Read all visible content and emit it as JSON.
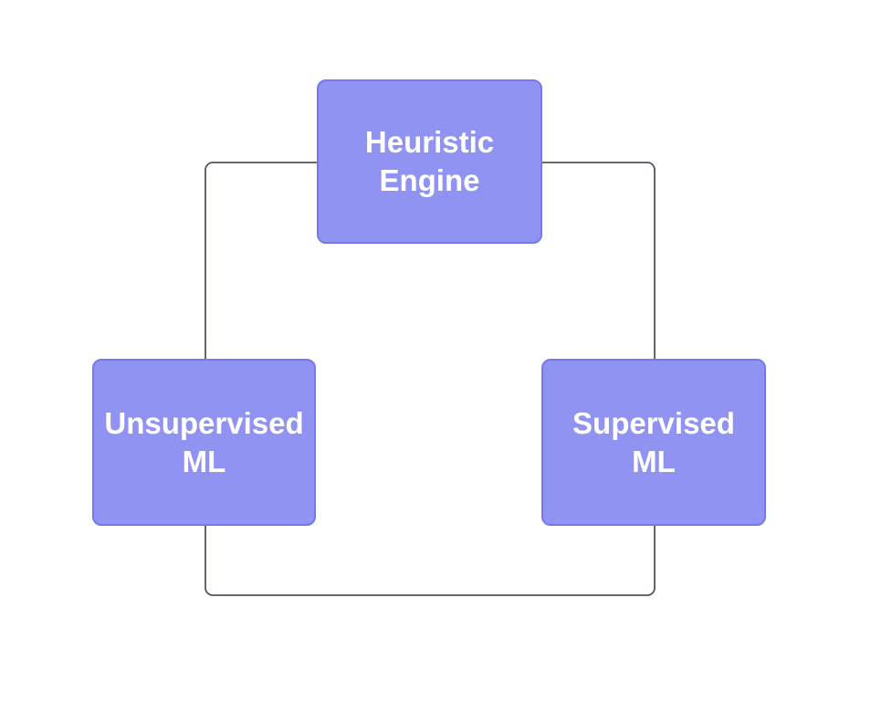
{
  "diagram": {
    "connector": {
      "type": "rounded-rectangle-loop",
      "stroke": "#50565f"
    },
    "nodes": [
      {
        "id": "heuristic-engine",
        "lines": [
          "Heuristic",
          "Engine"
        ],
        "fill": "#9193f3",
        "border": "#7478ee",
        "text_color": "#ffffff"
      },
      {
        "id": "unsupervised-ml",
        "lines": [
          "Unsupervised",
          "ML"
        ],
        "fill": "#9193f3",
        "border": "#7478ee",
        "text_color": "#ffffff"
      },
      {
        "id": "supervised-ml",
        "lines": [
          "Supervised",
          "ML"
        ],
        "fill": "#9193f3",
        "border": "#7478ee",
        "text_color": "#ffffff"
      }
    ]
  }
}
